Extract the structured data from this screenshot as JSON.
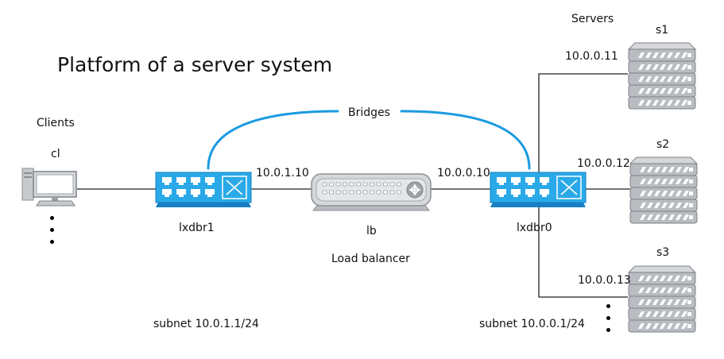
{
  "title": "Platform of a server system",
  "labels": {
    "clients": "Clients",
    "client_node": "cl",
    "bridges": "Bridges",
    "servers": "Servers",
    "bridge_left": "lxdbr1",
    "bridge_right": "lxdbr0",
    "lb_name": "lb",
    "lb_desc": "Load balancer",
    "ip_left_link": "10.0.1.10",
    "ip_right_link": "10.0.0.10",
    "subnet_left": "subnet 10.0.1.1/24",
    "subnet_right": "subnet 10.0.0.1/24"
  },
  "servers": [
    {
      "name": "s1",
      "ip": "10.0.0.11"
    },
    {
      "name": "s2",
      "ip": "10.0.0.12"
    },
    {
      "name": "s3",
      "ip": "10.0.0.13"
    }
  ],
  "colors": {
    "bridge_arc": "#1a9be0",
    "switch_body": "#2aa9e8",
    "switch_dark": "#1680c2",
    "server_gray": "#b9bcc0",
    "server_dark": "#7d8187",
    "lb_gray": "#c9cbcf",
    "line": "#222222"
  },
  "icons": {
    "client": "desktop-computer-icon",
    "switch": "network-switch-icon",
    "load_balancer": "router-icon",
    "server": "rack-server-icon"
  }
}
